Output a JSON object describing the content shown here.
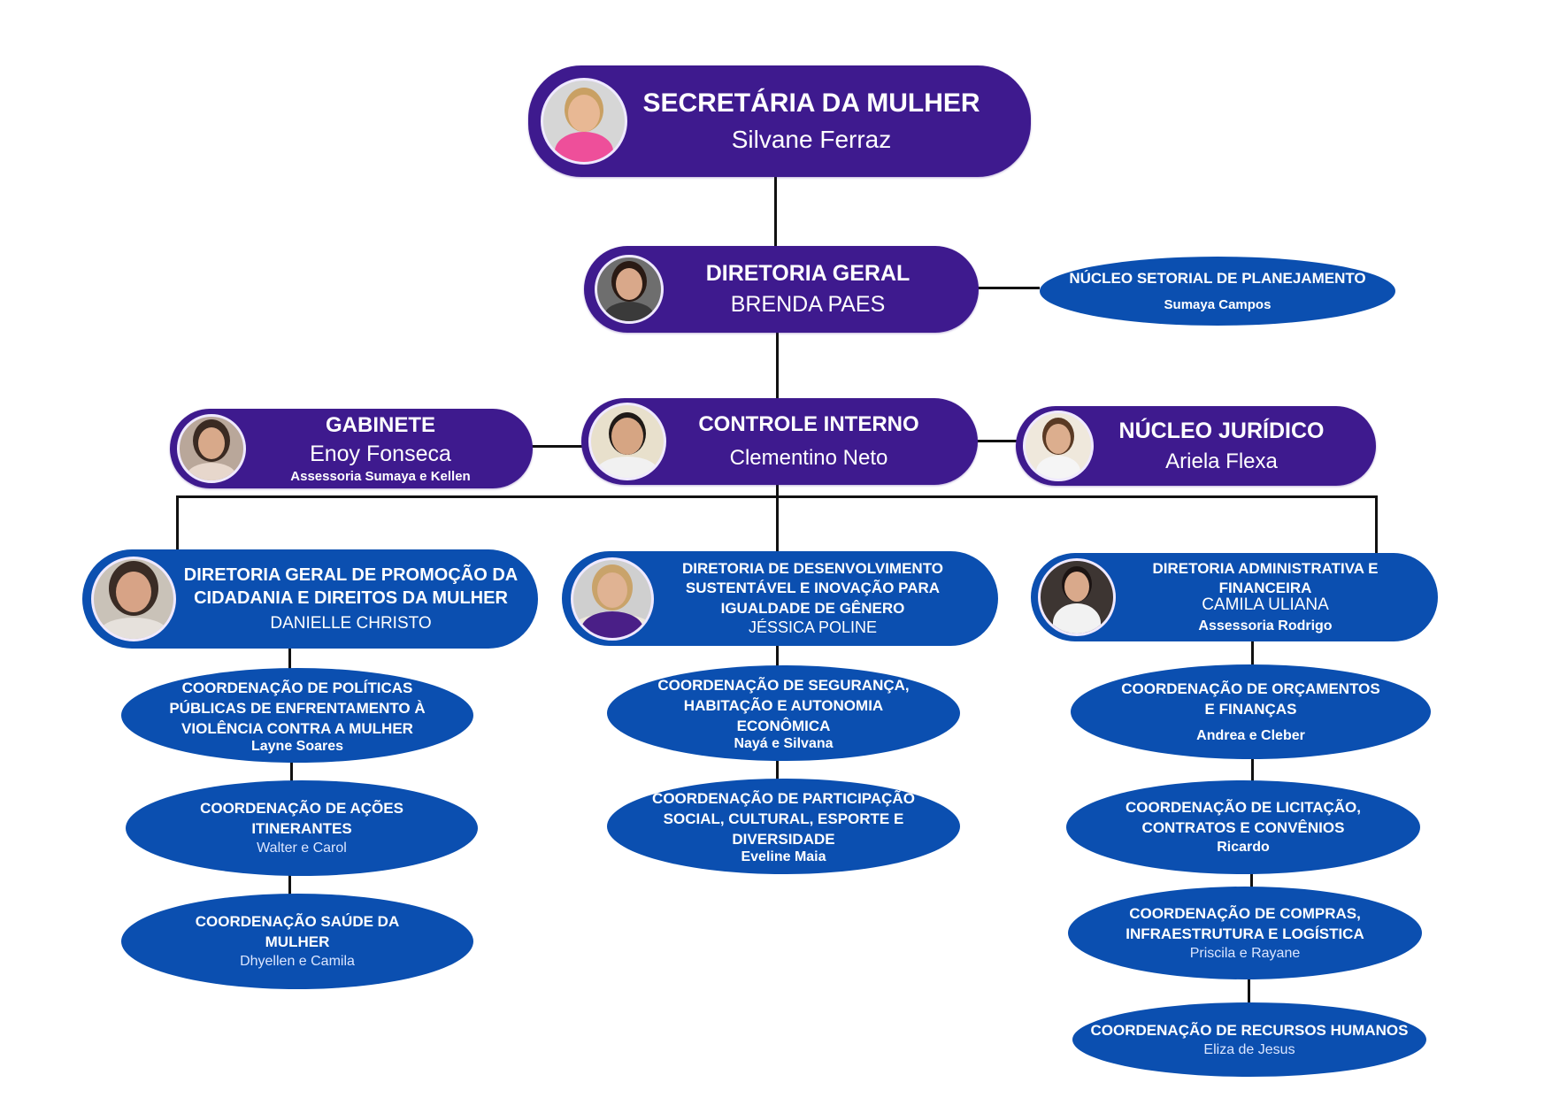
{
  "colors": {
    "purple_node": "#3e1a8e",
    "blue_node": "#0b4fb0",
    "connector": "#111111",
    "text": "#ffffff"
  },
  "secretaria": {
    "title": "SECRETÁRIA DA MULHER",
    "name": "Silvane Ferraz",
    "photo": "portrait-photo"
  },
  "diretoria_geral": {
    "title": "DIRETORIA GERAL",
    "name": "BRENDA PAES",
    "photo": "portrait-photo"
  },
  "planejamento": {
    "title": "NÚCLEO SETORIAL DE PLANEJAMENTO",
    "name": "Sumaya Campos"
  },
  "gabinete": {
    "title": "GABINETE",
    "name": "Enoy Fonseca",
    "sub": "Assessoria Sumaya e Kellen",
    "photo": "portrait-photo"
  },
  "controle": {
    "title": "CONTROLE INTERNO",
    "name": "Clementino Neto",
    "photo": "portrait-photo"
  },
  "juridico": {
    "title": "NÚCLEO JURÍDICO",
    "name": "Ariela Flexa",
    "photo": "portrait-photo"
  },
  "directorates": [
    {
      "title_lines": [
        "DIRETORIA GERAL DE PROMOÇÃO DA",
        "CIDADANIA E DIREITOS DA MULHER"
      ],
      "name": "DANIELLE CHRISTO",
      "sub": "",
      "coordinations": [
        {
          "title_lines": [
            "COORDENAÇÃO DE POLÍTICAS",
            "PÚBLICAS DE ENFRENTAMENTO À",
            "VIOLÊNCIA CONTRA A MULHER"
          ],
          "name": "Layne Soares"
        },
        {
          "title_lines": [
            "COORDENAÇÃO DE AÇÕES",
            "ITINERANTES"
          ],
          "name": "Walter e Carol"
        },
        {
          "title_lines": [
            "COORDENAÇÃO SAÚDE DA",
            "MULHER"
          ],
          "name": "Dhyellen e Camila"
        }
      ]
    },
    {
      "title_lines": [
        "DIRETORIA DE DESENVOLVIMENTO",
        "SUSTENTÁVEL E INOVAÇÃO PARA",
        "IGUALDADE DE GÊNERO"
      ],
      "name": "JÉSSICA POLINE",
      "sub": "",
      "coordinations": [
        {
          "title_lines": [
            "COORDENAÇÃO DE SEGURANÇA,",
            "HABITAÇÃO E AUTONOMIA",
            "ECONÔMICA"
          ],
          "name": "Nayá e Silvana"
        },
        {
          "title_lines": [
            "COORDENAÇÃO DE PARTICIPAÇÃO",
            "SOCIAL, CULTURAL, ESPORTE E",
            "DIVERSIDADE"
          ],
          "name": "Eveline Maia"
        }
      ]
    },
    {
      "title_lines": [
        "DIRETORIA ADMINISTRATIVA E",
        "FINANCEIRA"
      ],
      "name": "CAMILA ULIANA",
      "sub": "Assessoria Rodrigo",
      "coordinations": [
        {
          "title_lines": [
            "COORDENAÇÃO DE ORÇAMENTOS",
            "E FINANÇAS"
          ],
          "name": "Andrea e Cleber"
        },
        {
          "title_lines": [
            "COORDENAÇÃO DE LICITAÇÃO,",
            "CONTRATOS E CONVÊNIOS"
          ],
          "name": "Ricardo"
        },
        {
          "title_lines": [
            "COORDENAÇÃO DE COMPRAS,",
            "INFRAESTRUTURA E LOGÍSTICA"
          ],
          "name": "Priscila e Rayane"
        },
        {
          "title_lines": [
            "COORDENAÇÃO DE RECURSOS HUMANOS"
          ],
          "name": "Eliza de Jesus"
        }
      ]
    }
  ]
}
